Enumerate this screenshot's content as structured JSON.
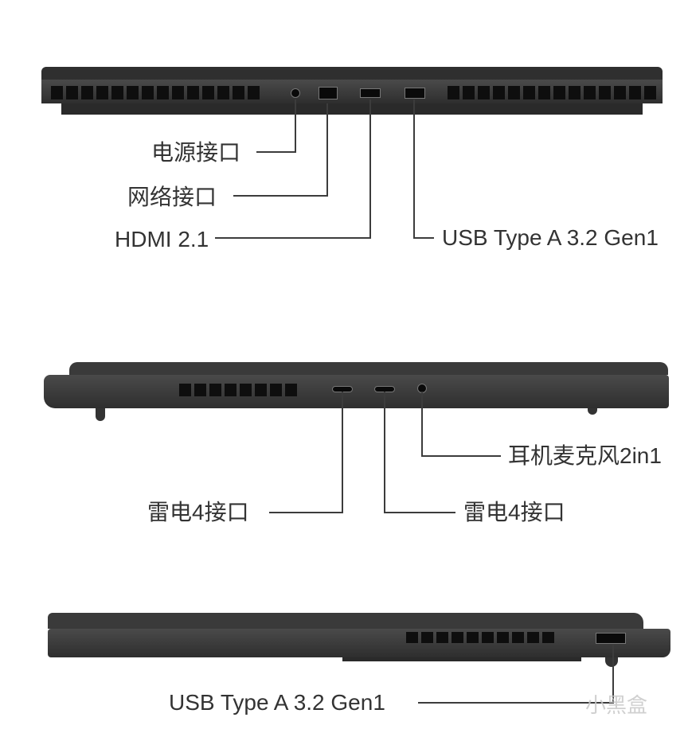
{
  "rear_view": {
    "labels": {
      "power": "电源接口",
      "network": "网络接口",
      "hdmi": "HDMI 2.1",
      "usb": "USB Type A 3.2 Gen1"
    }
  },
  "left_view": {
    "labels": {
      "tb1": "雷电4接口",
      "tb2": "雷电4接口",
      "audio": "耳机麦克风2in1"
    }
  },
  "right_view": {
    "labels": {
      "usb": "USB Type A 3.2 Gen1"
    }
  },
  "watermark": "小黑盒"
}
